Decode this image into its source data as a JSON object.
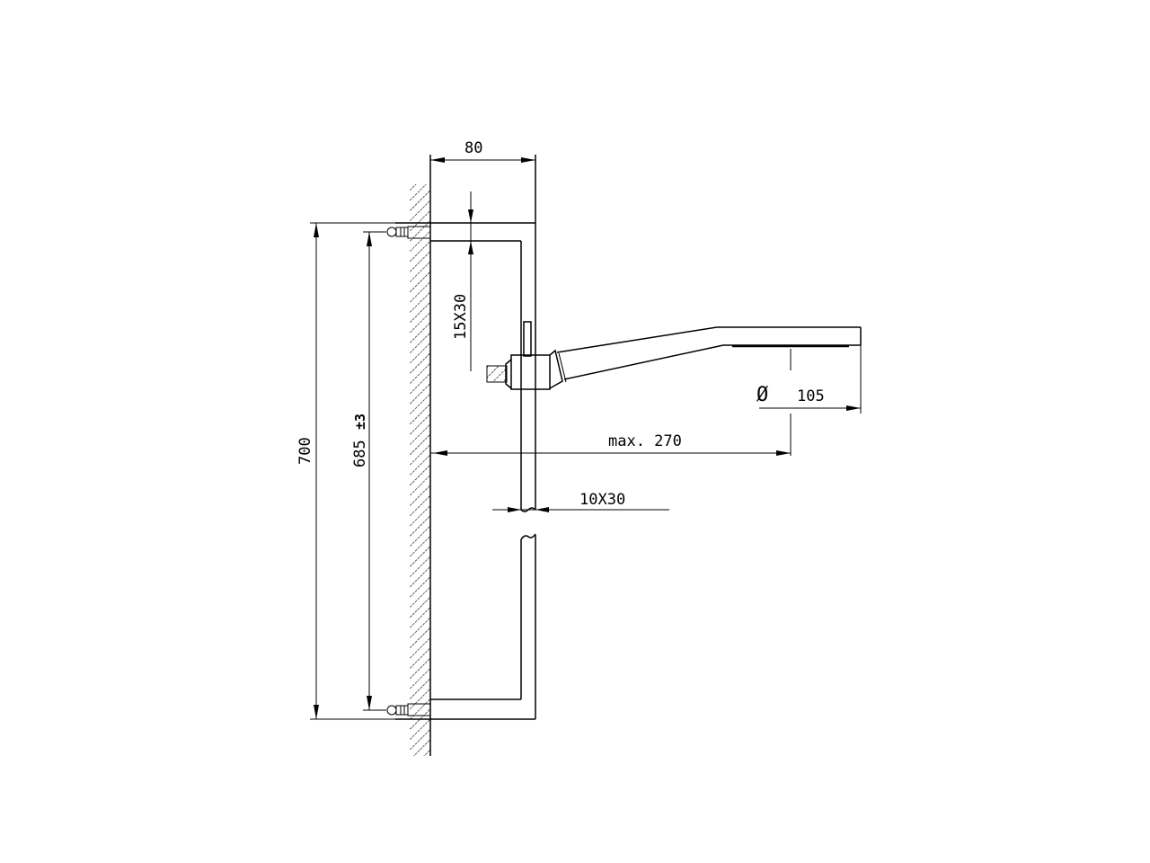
{
  "drawing": {
    "title": "Shower slide rail with overhead shower arm - dimensional drawing",
    "dimensions": {
      "depth": "80",
      "rail_profile_top": "15X30",
      "total_height": "700",
      "fixing_distance": "685",
      "fixing_tolerance": "±3",
      "arm_reach": "max. 270",
      "shower_head_diameter_symbol": "Ø",
      "shower_head_diameter": "105",
      "rail_profile": "10X30"
    }
  }
}
